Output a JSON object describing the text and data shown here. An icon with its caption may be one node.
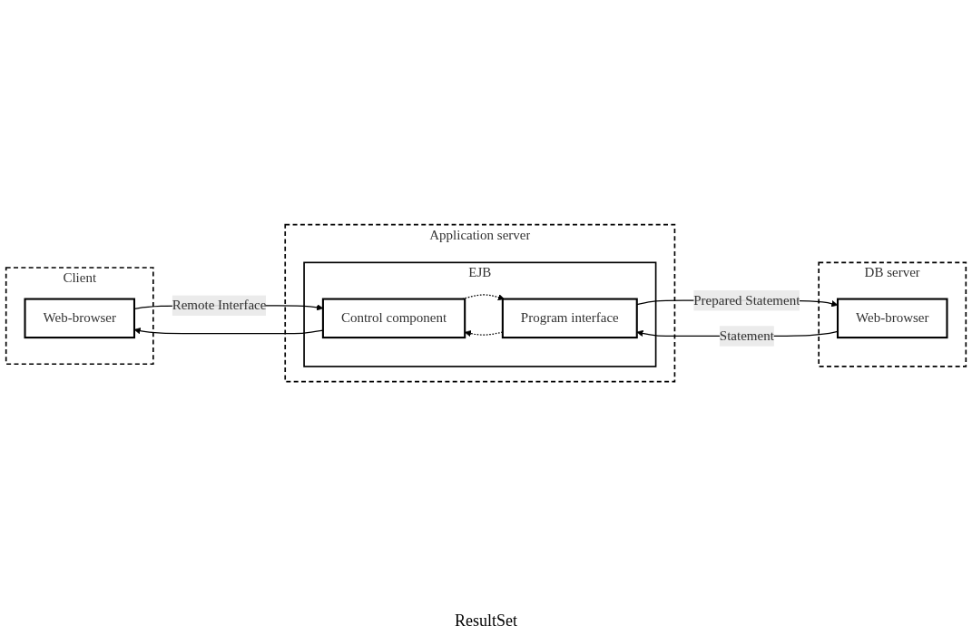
{
  "diagram": {
    "nodes": [
      {
        "text": [
          "Client"
        ]
      },
      {
        "text": [
          "Web-browser"
        ],
        "in": 0
      },
      {
        "text": [
          "DB server"
        ]
      },
      {
        "text": [
          "Web-browser"
        ],
        "in": 2
      },
      {
        "text": [
          "Application server"
        ]
      },
      {
        "text": [
          "EJB"
        ],
        "in": 4
      },
      {
        "text": [
          "Control component"
        ],
        "in": 5
      },
      {
        "text": [
          "Program interface"
        ],
        "in": 5
      }
    ],
    "edges": [
      {
        "from": 1,
        "to": 6,
        "arrow": "to",
        "label": "Remote Interface"
      },
      {
        "from": 6,
        "to": 1,
        "arrow": "to"
      },
      {
        "from": 3,
        "to": 7,
        "arrow": "to",
        "label": "Statement"
      },
      {
        "from": 7,
        "to": 3,
        "arrow": "to",
        "label": "Prepared Statement"
      },
      {
        "from": 7,
        "to": 6,
        "arrow": "to",
        "style": "dashed"
      },
      {
        "from": 6,
        "to": 7,
        "arrow": "to",
        "style": "dashed"
      }
    ],
    "labels": [
      "ResultSet"
    ]
  }
}
